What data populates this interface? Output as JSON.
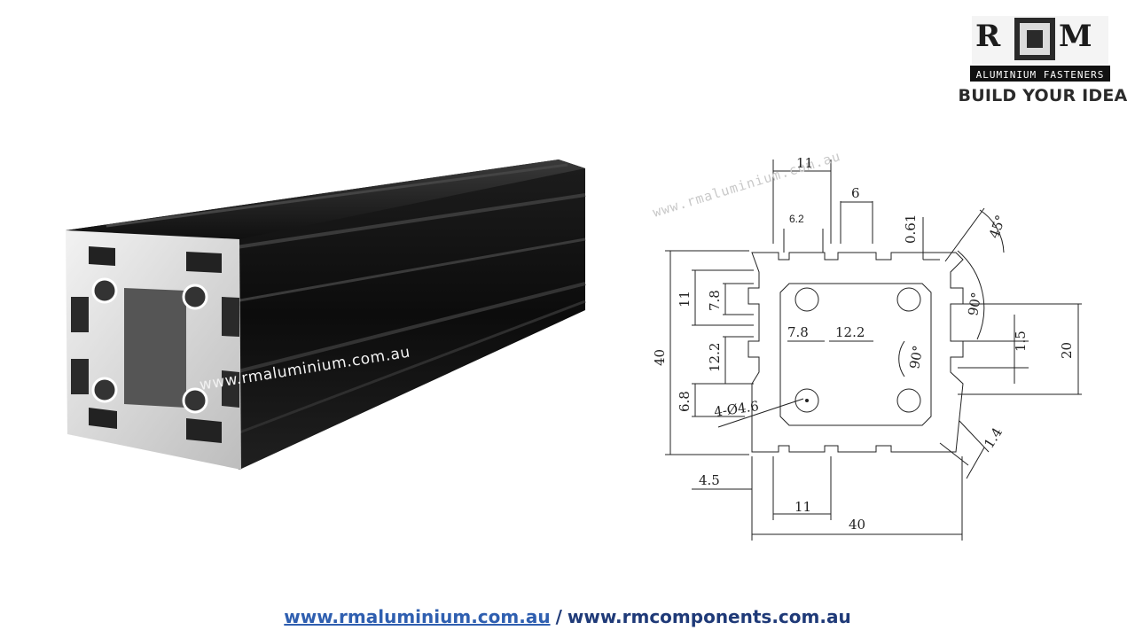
{
  "brand": {
    "logo_letters": "RM",
    "logo_banner": "ALUMINIUM FASTENERS",
    "tagline": "BUILD YOUR IDEA"
  },
  "photo": {
    "watermark": "www.rmaluminium.com.au",
    "profile_color": "#111111"
  },
  "drawing": {
    "watermark": "www.rmaluminium.com.au",
    "dimensions": {
      "top_slot_11": "11",
      "top_6": "6",
      "top_6_2": "6.2",
      "top_0_61": "0.61",
      "angle_45": "45°",
      "angle_90": "90°",
      "angle_90_inner": "90°",
      "left_11": "11",
      "left_7_8": "7.8",
      "left_40": "40",
      "left_12_2": "12.2",
      "left_6_8": "6.8",
      "mid_7_8": "7.8",
      "mid_12_2": "12.2",
      "right_1_5": "1.5",
      "right_20": "20",
      "right_1_4": "1.4",
      "holes": "4-Ø4.6",
      "bottom_4_5": "4.5",
      "bottom_11": "11",
      "bottom_40": "40"
    }
  },
  "footer": {
    "link1": "www.rmaluminium.com.au",
    "separator": "/",
    "link2": "www.rmcomponents.com.au"
  }
}
